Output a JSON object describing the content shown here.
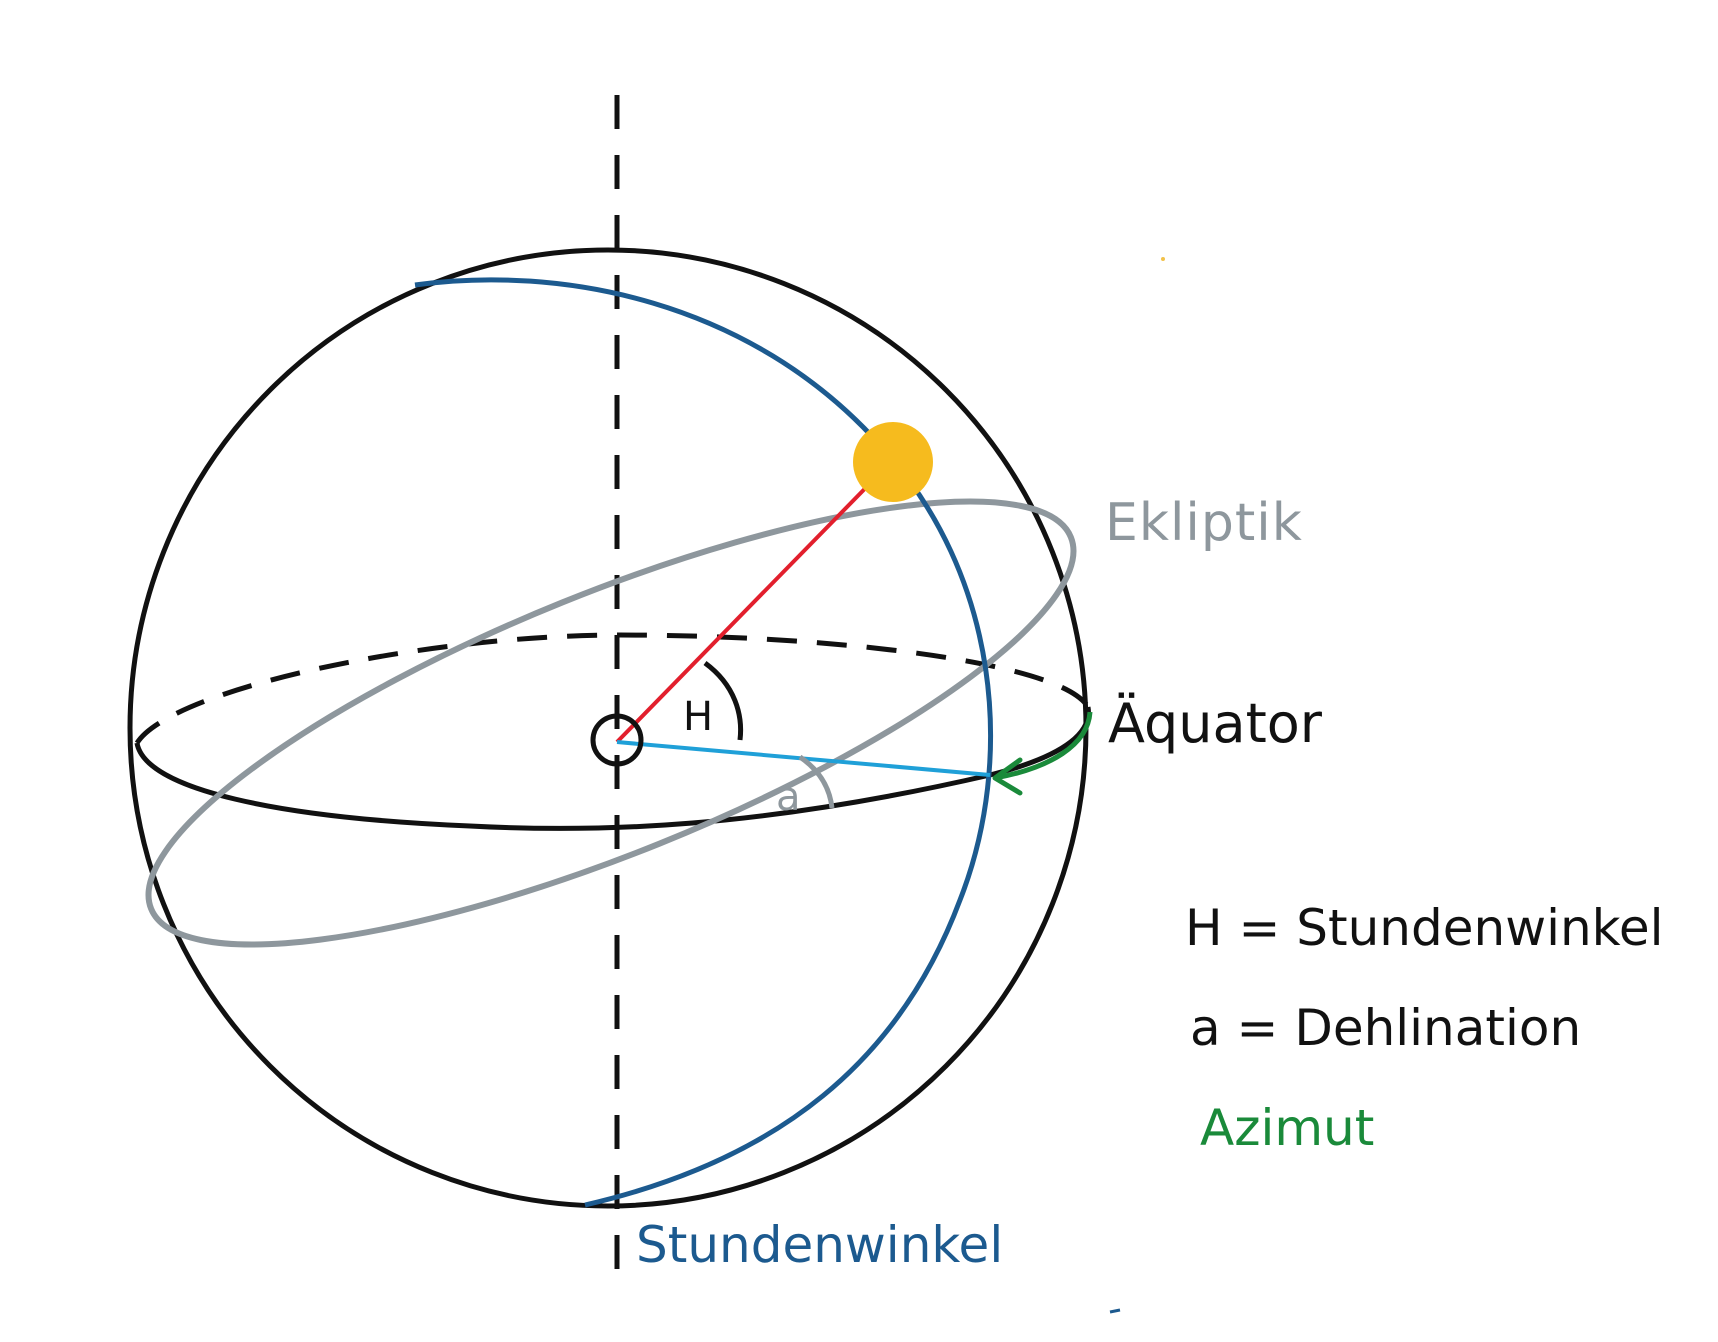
{
  "labels": {
    "ekliptik": "Ekliptik",
    "aquator": "Äquator",
    "h_angle": "H",
    "a_angle": "a",
    "stundenwinkel_circle": "Stundenwinkel"
  },
  "legend": {
    "line1": "H = Stundenwinkel",
    "line2": "a = Dehlination",
    "line3": "Azimut"
  },
  "colors": {
    "outline": "#111111",
    "ecliptic": "#8e979d",
    "hour_circle": "#1c5a8f",
    "sun": "#f6bb1e",
    "sun_ray": "#e21f2d",
    "equator_ray": "#1fa0d8",
    "azimut": "#1a8a3a"
  }
}
